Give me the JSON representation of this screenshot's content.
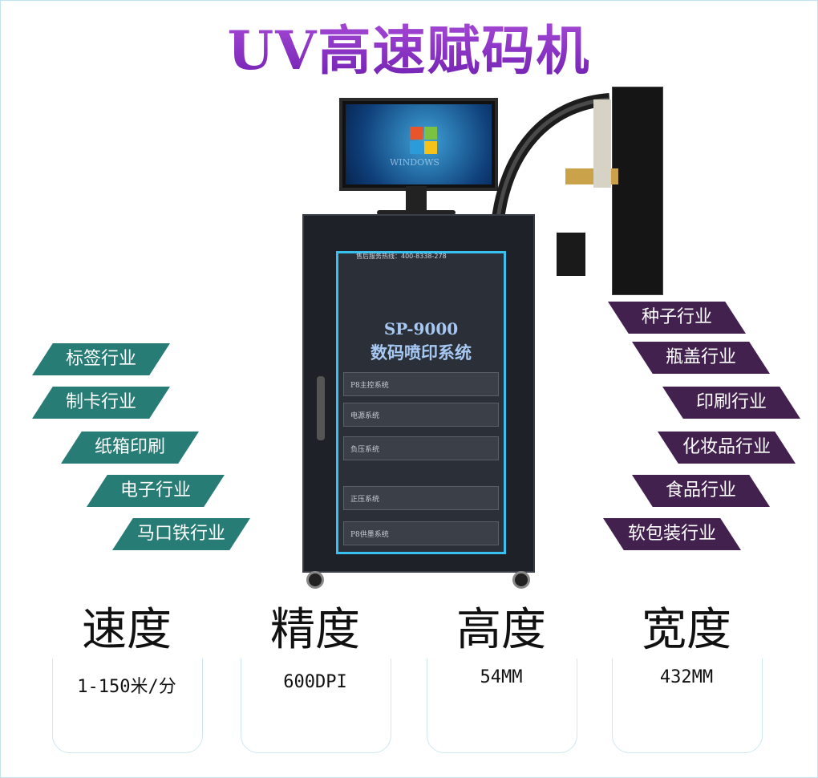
{
  "title": "UV高速赋码机",
  "product": {
    "model": "SP-9000",
    "system_name": "数码喷印系统",
    "hotline": "售后服务热线：400-8338-278",
    "units": [
      "P8主控系统",
      "电源系统",
      "负压系统",
      "正压系统",
      "P8供墨系统"
    ],
    "monitor_logo": "WINDOWS"
  },
  "industries_left": [
    "标签行业",
    "制卡行业",
    "纸箱印刷",
    "电子行业",
    "马口铁行业"
  ],
  "industries_right": [
    "种子行业",
    "瓶盖行业",
    "印刷行业",
    "化妆品行业",
    "食品行业",
    "软包装行业"
  ],
  "specs": [
    {
      "label": "速度",
      "value": "1-150米/分"
    },
    {
      "label": "精度",
      "value": "600DPI"
    },
    {
      "label": "高度",
      "value": "54MM"
    },
    {
      "label": "宽度",
      "value": "432MM"
    }
  ],
  "colors": {
    "title": "#8a2fc9",
    "ribbon_left": "#277c75",
    "ribbon_right": "#43214f",
    "accent_light": "#37c0f0"
  }
}
